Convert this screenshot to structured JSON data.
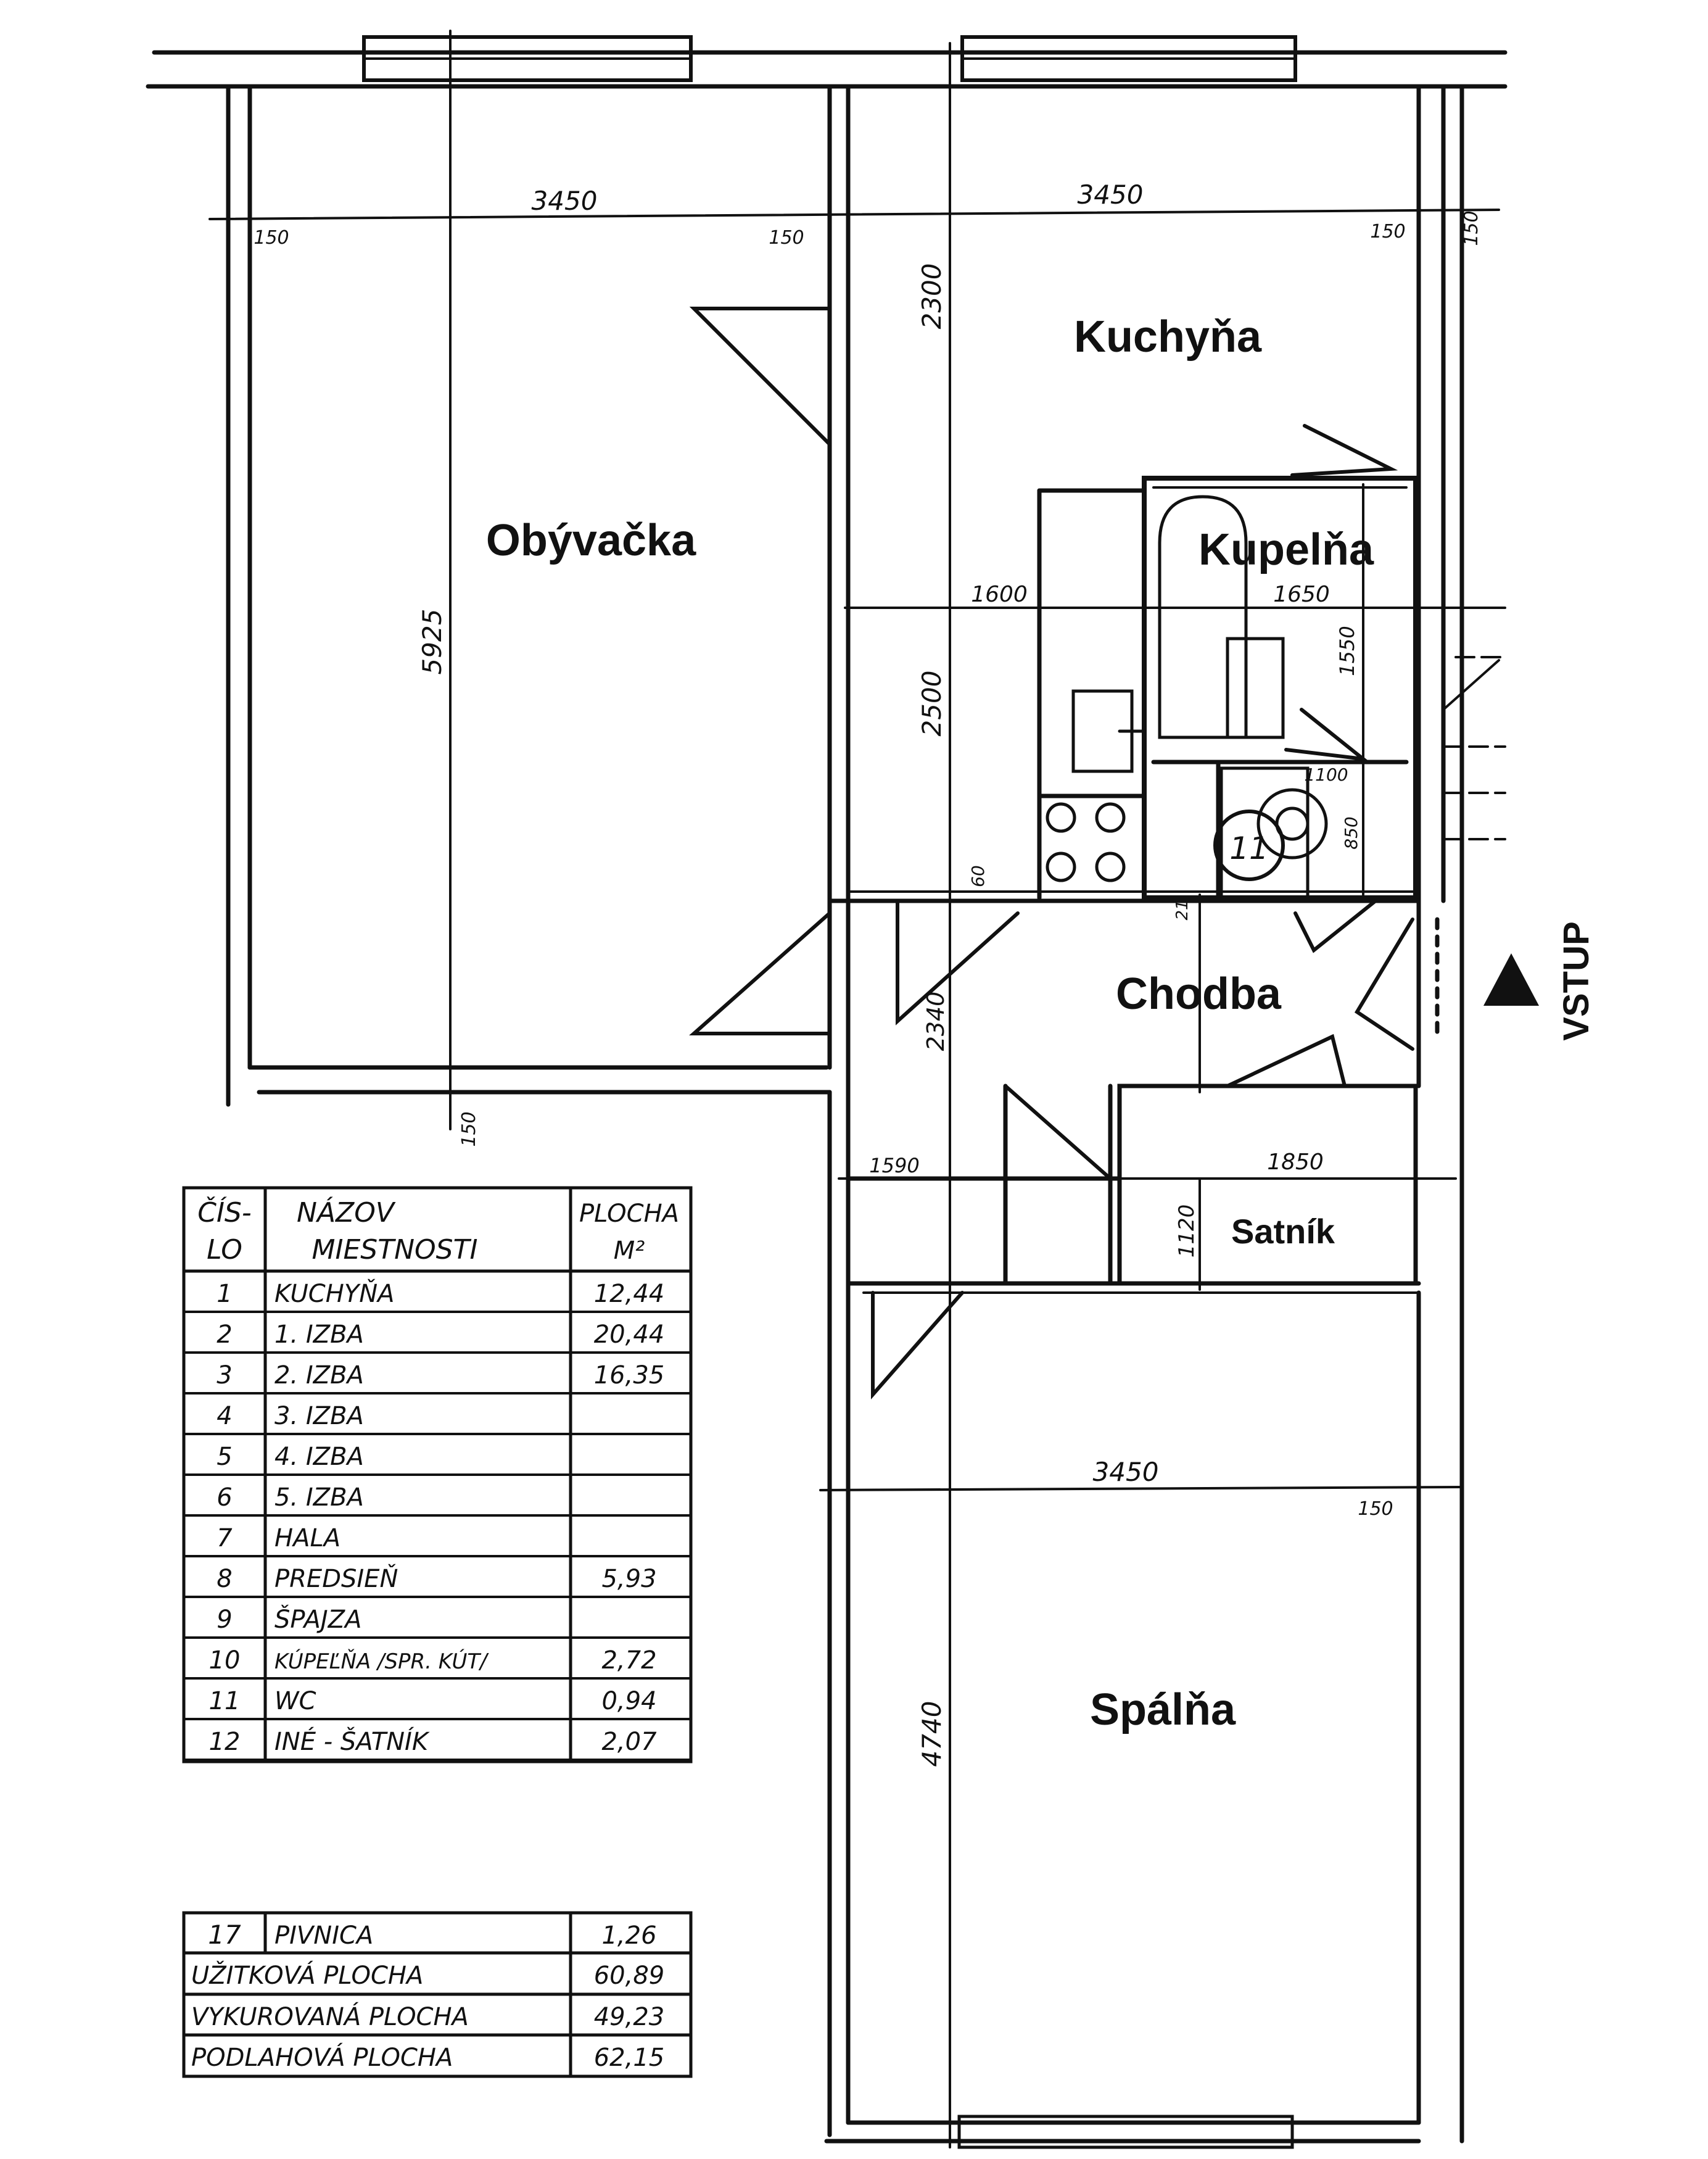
{
  "rooms": {
    "living": "Obývačka",
    "kitchen": "Kuchyňa",
    "bathroom": "Kupelňa",
    "hallway": "Chodba",
    "wardrobe": "Satník",
    "bedroom": "Spálňa"
  },
  "entrance": {
    "label": "VSTUP",
    "icon": "triangle-arrow-icon"
  },
  "dimensions": {
    "living_width": "3450",
    "living_left_offset": "150",
    "living_right_offset": "150",
    "living_height": "5925",
    "living_bottom": "150",
    "kitchen_width": "3450",
    "kitchen_offset_right": "150",
    "kitchen_offset_far": "150",
    "kitchen_height": "2300",
    "kitchen_lower_height": "2500",
    "kitchen_strip": "1600",
    "bath_width": "1650",
    "bath_height": "1550",
    "wc_width": "1100",
    "wc_height": "850",
    "stove_gap": "60",
    "hall_small": "21",
    "hall_height": "2340",
    "closet_left": "1590",
    "wardrobe_width": "1850",
    "wardrobe_height": "1120",
    "bedroom_width": "3450",
    "bedroom_offset": "150",
    "bedroom_height": "4740",
    "wc_number": "11"
  },
  "table": {
    "header": {
      "col1": [
        "ČÍS-",
        "LO"
      ],
      "col2": [
        "NÁZOV",
        "MIESTNOSTI"
      ],
      "col3": [
        "PLOCHA",
        "M²"
      ]
    },
    "rows": [
      {
        "no": "1",
        "name": "KUCHYŇA",
        "area": "12,44"
      },
      {
        "no": "2",
        "name": "1. IZBA",
        "area": "20,44"
      },
      {
        "no": "3",
        "name": "2. IZBA",
        "area": "16,35"
      },
      {
        "no": "4",
        "name": "3. IZBA",
        "area": ""
      },
      {
        "no": "5",
        "name": "4. IZBA",
        "area": ""
      },
      {
        "no": "6",
        "name": "5. IZBA",
        "area": ""
      },
      {
        "no": "7",
        "name": "HALA",
        "area": ""
      },
      {
        "no": "8",
        "name": "PREDSIEŇ",
        "area": "5,93"
      },
      {
        "no": "9",
        "name": "ŠPAJZA",
        "area": ""
      },
      {
        "no": "10",
        "name": "KÚPEĽŇA /SPR. KÚT/",
        "area": "2,72"
      },
      {
        "no": "11",
        "name": "WC",
        "area": "0,94"
      },
      {
        "no": "12",
        "name": "INÉ - ŠATNÍK",
        "area": "2,07"
      }
    ],
    "bottom_rows": [
      {
        "no": "17",
        "name": "PIVNICA",
        "area": "1,26"
      }
    ],
    "totals": [
      {
        "name": "UŽITKOVÁ PLOCHA",
        "area": "60,89"
      },
      {
        "name": "VYKUROVANÁ PLOCHA",
        "area": "49,23"
      },
      {
        "name": "PODLAHOVÁ PLOCHA",
        "area": "62,15"
      }
    ]
  }
}
